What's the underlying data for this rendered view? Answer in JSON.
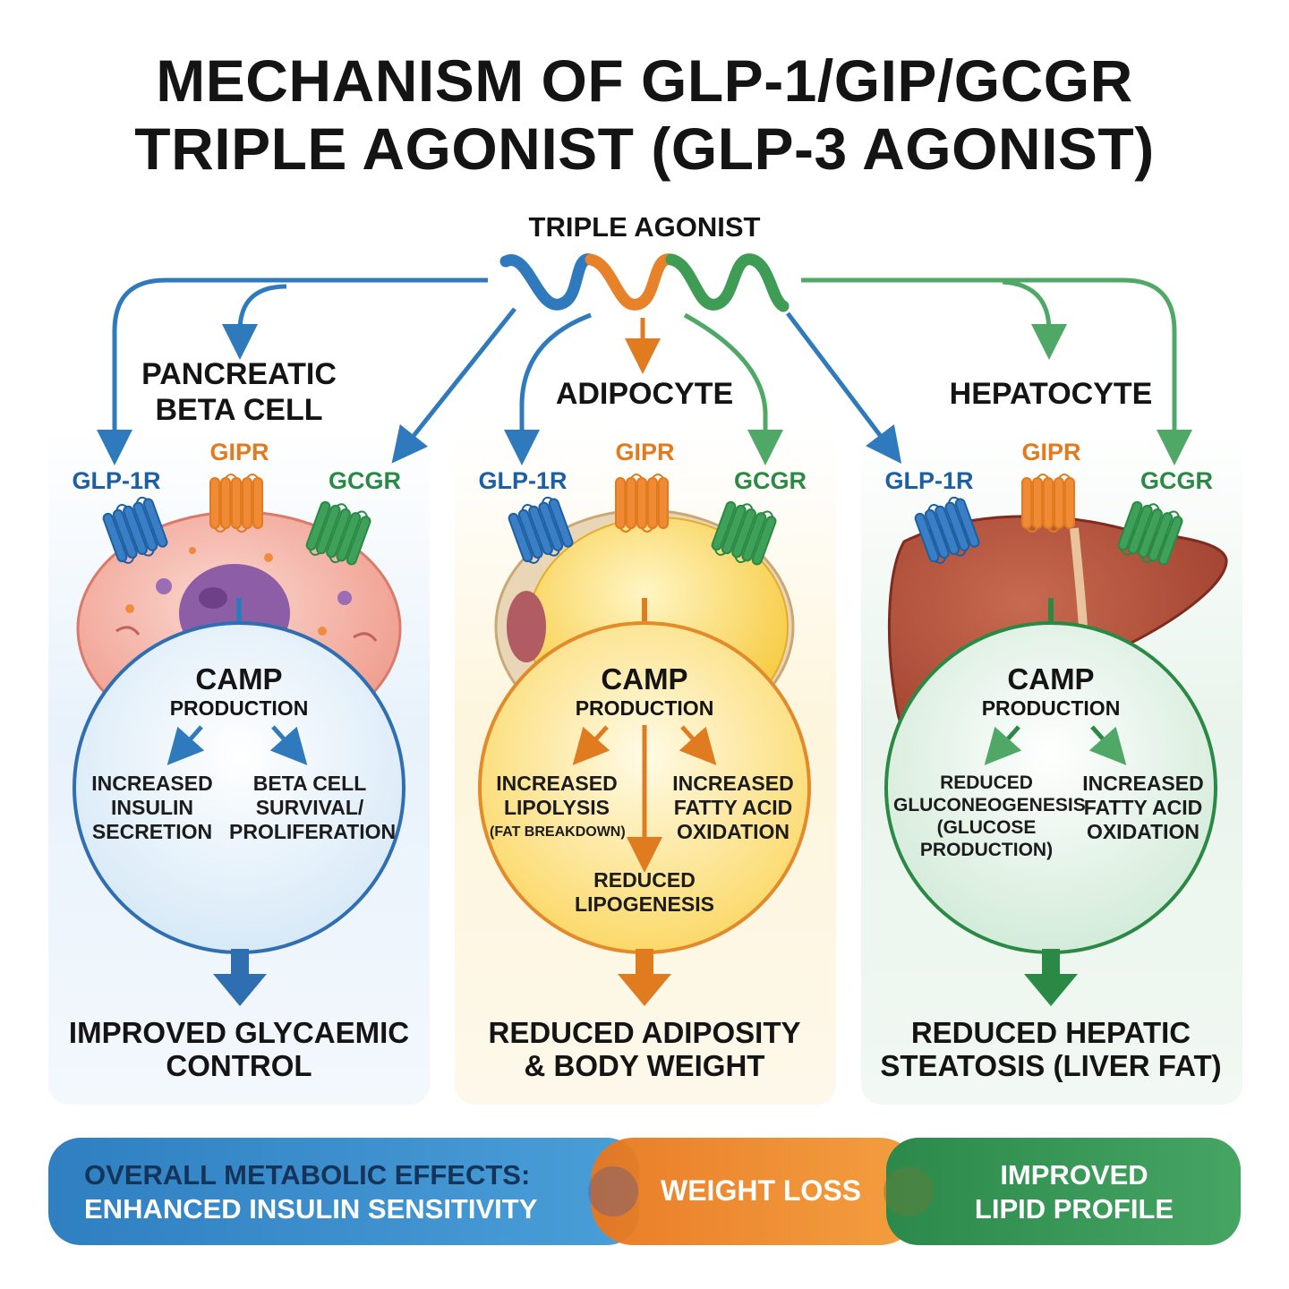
{
  "title": {
    "line1": "MECHANISM OF GLP-1/GIP/GCGR",
    "line2": "TRIPLE AGONIST (GLP-3 AGONIST)"
  },
  "agonist_label": "TRIPLE AGONIST",
  "colors": {
    "blue": "#1d5fa3",
    "orange": "#e07b1f",
    "green": "#2a8a45"
  },
  "icons": [
    "peptide-helix-icon",
    "receptor-icon",
    "beta-cell-icon",
    "adipocyte-icon",
    "liver-icon",
    "arrow-icon"
  ],
  "panels": [
    {
      "cell_name_line1": "PANCREATIC",
      "cell_name_line2": "BETA CELL",
      "receptors": [
        "GLP-1R",
        "GIPR",
        "GCGR"
      ],
      "camp": "CAMP",
      "camp_sub": "PRODUCTION",
      "effect_left": [
        "INCREASED",
        "INSULIN",
        "SECRETION"
      ],
      "effect_right": [
        "BETA CELL",
        "SURVIVAL/",
        "PROLIFERATION"
      ],
      "outcome_line1": "IMPROVED GLYCAEMIC",
      "outcome_line2": "CONTROL"
    },
    {
      "cell_name_line1": "ADIPOCYTE",
      "receptors": [
        "GLP-1R",
        "GIPR",
        "GCGR"
      ],
      "camp": "CAMP",
      "camp_sub": "PRODUCTION",
      "effect_left": [
        "INCREASED",
        "LIPOLYSIS"
      ],
      "effect_left_sub": "(FAT BREAKDOWN)",
      "effect_right": [
        "INCREASED",
        "FATTY ACID",
        "OXIDATION"
      ],
      "effect_bottom": [
        "REDUCED",
        "LIPOGENESIS"
      ],
      "outcome_line1": "REDUCED ADIPOSITY",
      "outcome_line2": "& BODY WEIGHT"
    },
    {
      "cell_name_line1": "HEPATOCYTE",
      "receptors": [
        "GLP-1R",
        "GIPR",
        "GCGR"
      ],
      "camp": "CAMP",
      "camp_sub": "PRODUCTION",
      "effect_left": [
        "REDUCED",
        "GLUCONEOGENESIS",
        "(GLUCOSE",
        "PRODUCTION)"
      ],
      "effect_right": [
        "INCREASED",
        "FATTY ACID",
        "OXIDATION"
      ],
      "outcome_line1": "REDUCED HEPATIC",
      "outcome_line2": "STEATOSIS (LIVER FAT)"
    }
  ],
  "banner": {
    "left_line1": "OVERALL METABOLIC EFFECTS:",
    "left_line2": "ENHANCED INSULIN SENSITIVITY",
    "middle": "WEIGHT LOSS",
    "right_line1": "IMPROVED",
    "right_line2": "LIPID PROFILE"
  }
}
